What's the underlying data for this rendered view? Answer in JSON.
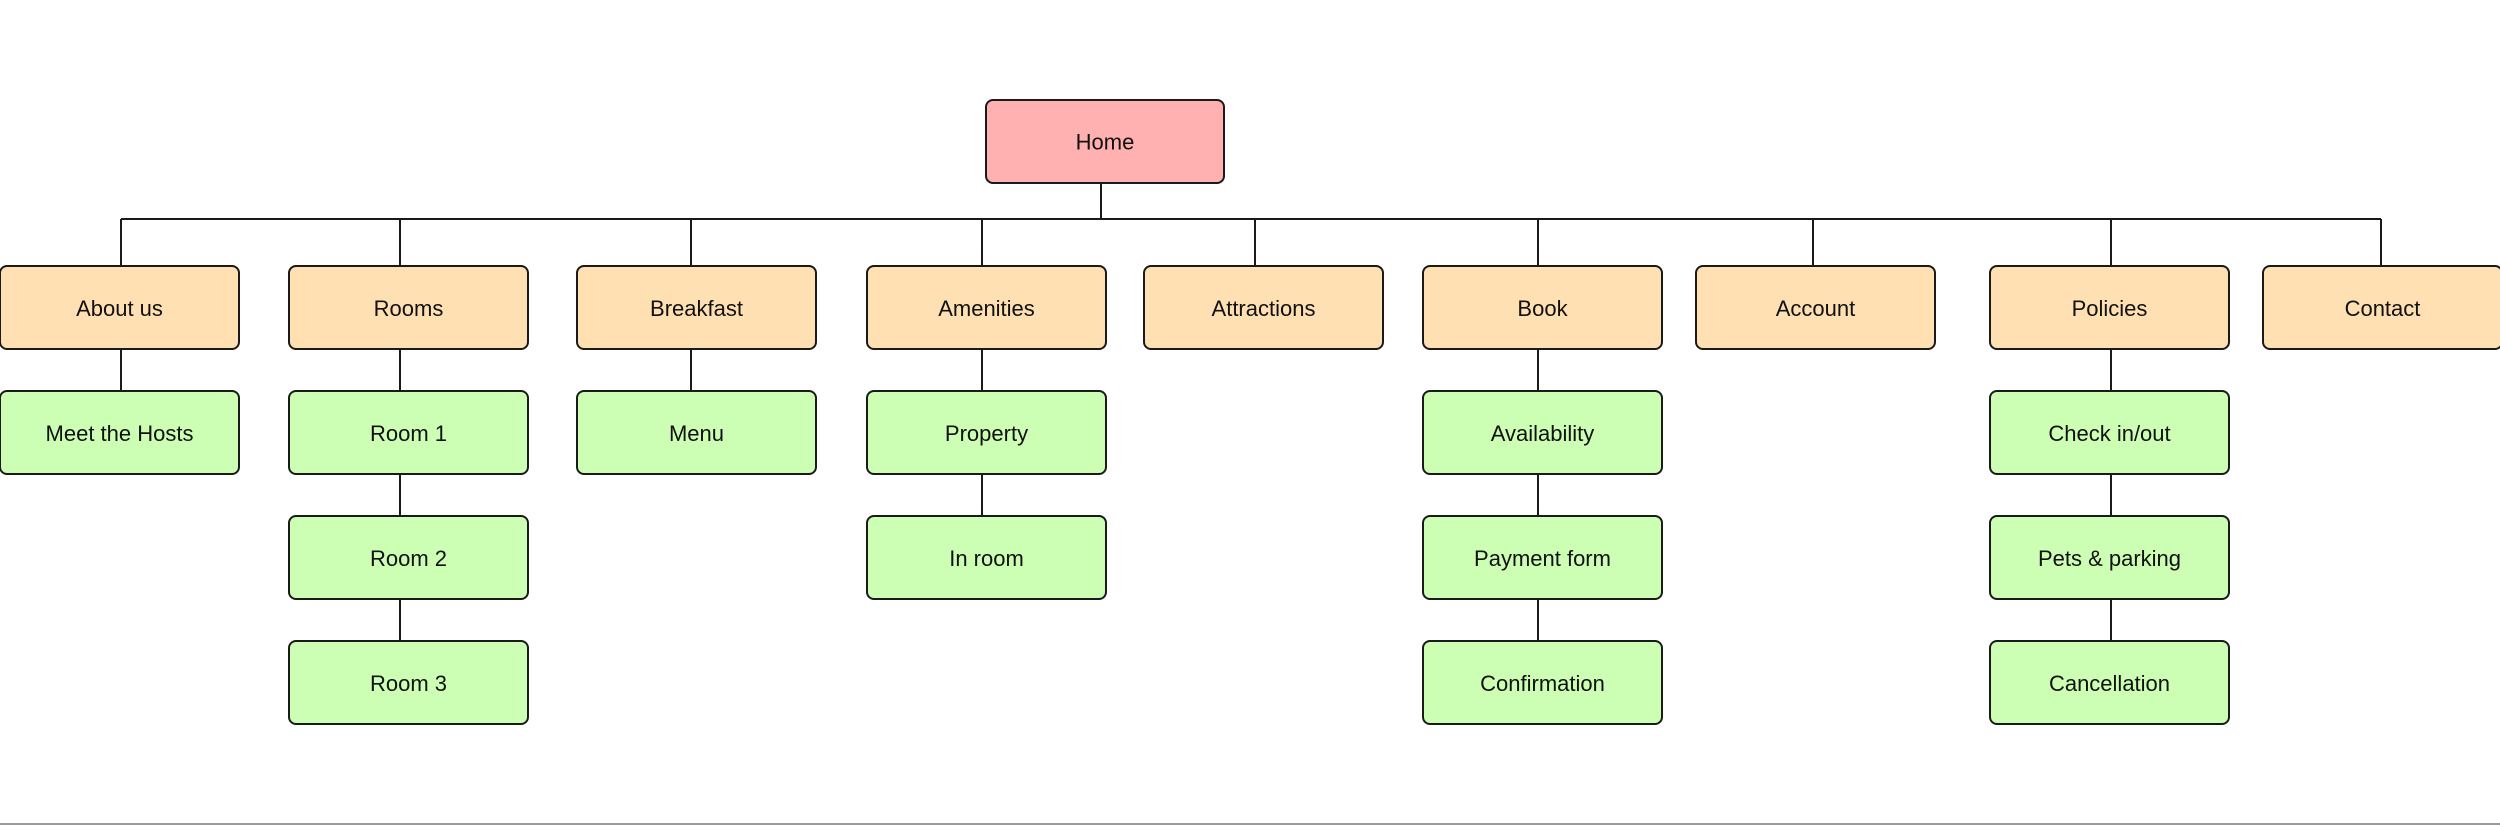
{
  "sitemap": {
    "root": "Home",
    "sections": [
      {
        "id": "about",
        "label": "About us",
        "pages": [
          "Meet the Hosts"
        ]
      },
      {
        "id": "rooms",
        "label": "Rooms",
        "pages": [
          "Room 1",
          "Room 2",
          "Room 3"
        ]
      },
      {
        "id": "breakfast",
        "label": "Breakfast",
        "pages": [
          "Menu"
        ]
      },
      {
        "id": "amenities",
        "label": "Amenities",
        "pages": [
          "Property",
          "In room"
        ]
      },
      {
        "id": "attractions",
        "label": "Attractions",
        "pages": []
      },
      {
        "id": "book",
        "label": "Book",
        "pages": [
          "Availability",
          "Payment form",
          "Confirmation"
        ]
      },
      {
        "id": "account",
        "label": "Account",
        "pages": []
      },
      {
        "id": "policies",
        "label": "Policies",
        "pages": [
          "Check in/out",
          "Pets & parking",
          "Cancellation"
        ]
      },
      {
        "id": "contact",
        "label": "Contact",
        "pages": []
      }
    ]
  },
  "colors": {
    "root_fill": "#FFB1B1",
    "section_fill": "#FFE0B2",
    "page_fill": "#CCFFB3",
    "stroke": "#1A1A1A"
  }
}
